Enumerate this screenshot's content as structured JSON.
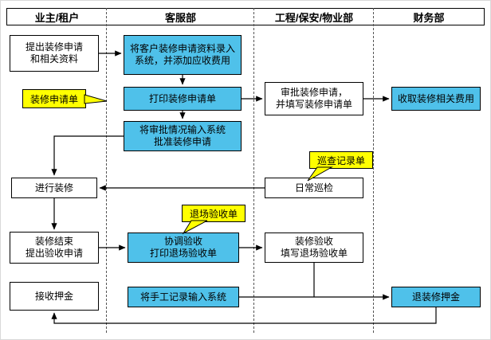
{
  "lanes": [
    {
      "label": "业主/租户"
    },
    {
      "label": "客服部"
    },
    {
      "label": "工程/保安/物业部"
    },
    {
      "label": "财务部"
    }
  ],
  "nodes": {
    "submit_request": {
      "label": "提出装修申请\n和相关资料",
      "type": "manual",
      "lane": "业主/租户"
    },
    "enter_application": {
      "label": "将客户装修申请资料录入\n系统，并添加应收费用",
      "type": "system",
      "lane": "客服部"
    },
    "print_application": {
      "label": "打印装修申请单",
      "type": "system",
      "lane": "客服部"
    },
    "approve_application": {
      "label": "审批装修申请，\n并填写装修申请单",
      "type": "manual",
      "lane": "工程/保安/物业部"
    },
    "collect_fees": {
      "label": "收取装修相关费用",
      "type": "system",
      "lane": "财务部"
    },
    "enter_approval": {
      "label": "将审批情况输入系统\n批准装修申请",
      "type": "system",
      "lane": "客服部"
    },
    "do_renovation": {
      "label": "进行装修",
      "type": "manual",
      "lane": "业主/租户"
    },
    "daily_inspection": {
      "label": "日常巡检",
      "type": "manual",
      "lane": "工程/保安/物业部"
    },
    "finish_and_request_acceptance": {
      "label": "装修结束\n提出验收申请",
      "type": "manual",
      "lane": "业主/租户"
    },
    "coordinate_acceptance": {
      "label": "协调验收\n打印退场验收单",
      "type": "system",
      "lane": "客服部"
    },
    "acceptance_check": {
      "label": "装修验收\n填写退场验收单",
      "type": "manual",
      "lane": "工程/保安/物业部"
    },
    "receive_deposit": {
      "label": "接收押金",
      "type": "manual",
      "lane": "业主/租户"
    },
    "enter_manual_records": {
      "label": "将手工记录输入系统",
      "type": "system",
      "lane": "客服部"
    },
    "refund_deposit": {
      "label": "退装修押金",
      "type": "system",
      "lane": "财务部"
    }
  },
  "callouts": {
    "application_form": {
      "label": "装修申请单"
    },
    "inspection_record": {
      "label": "巡查记录单"
    },
    "exit_acceptance_form": {
      "label": "退场验收单"
    }
  },
  "colors": {
    "system_node_fill": "#4FC1EA",
    "manual_node_fill": "#FFFFFF",
    "callout_fill": "#FFFF00",
    "line_color": "#000000"
  }
}
